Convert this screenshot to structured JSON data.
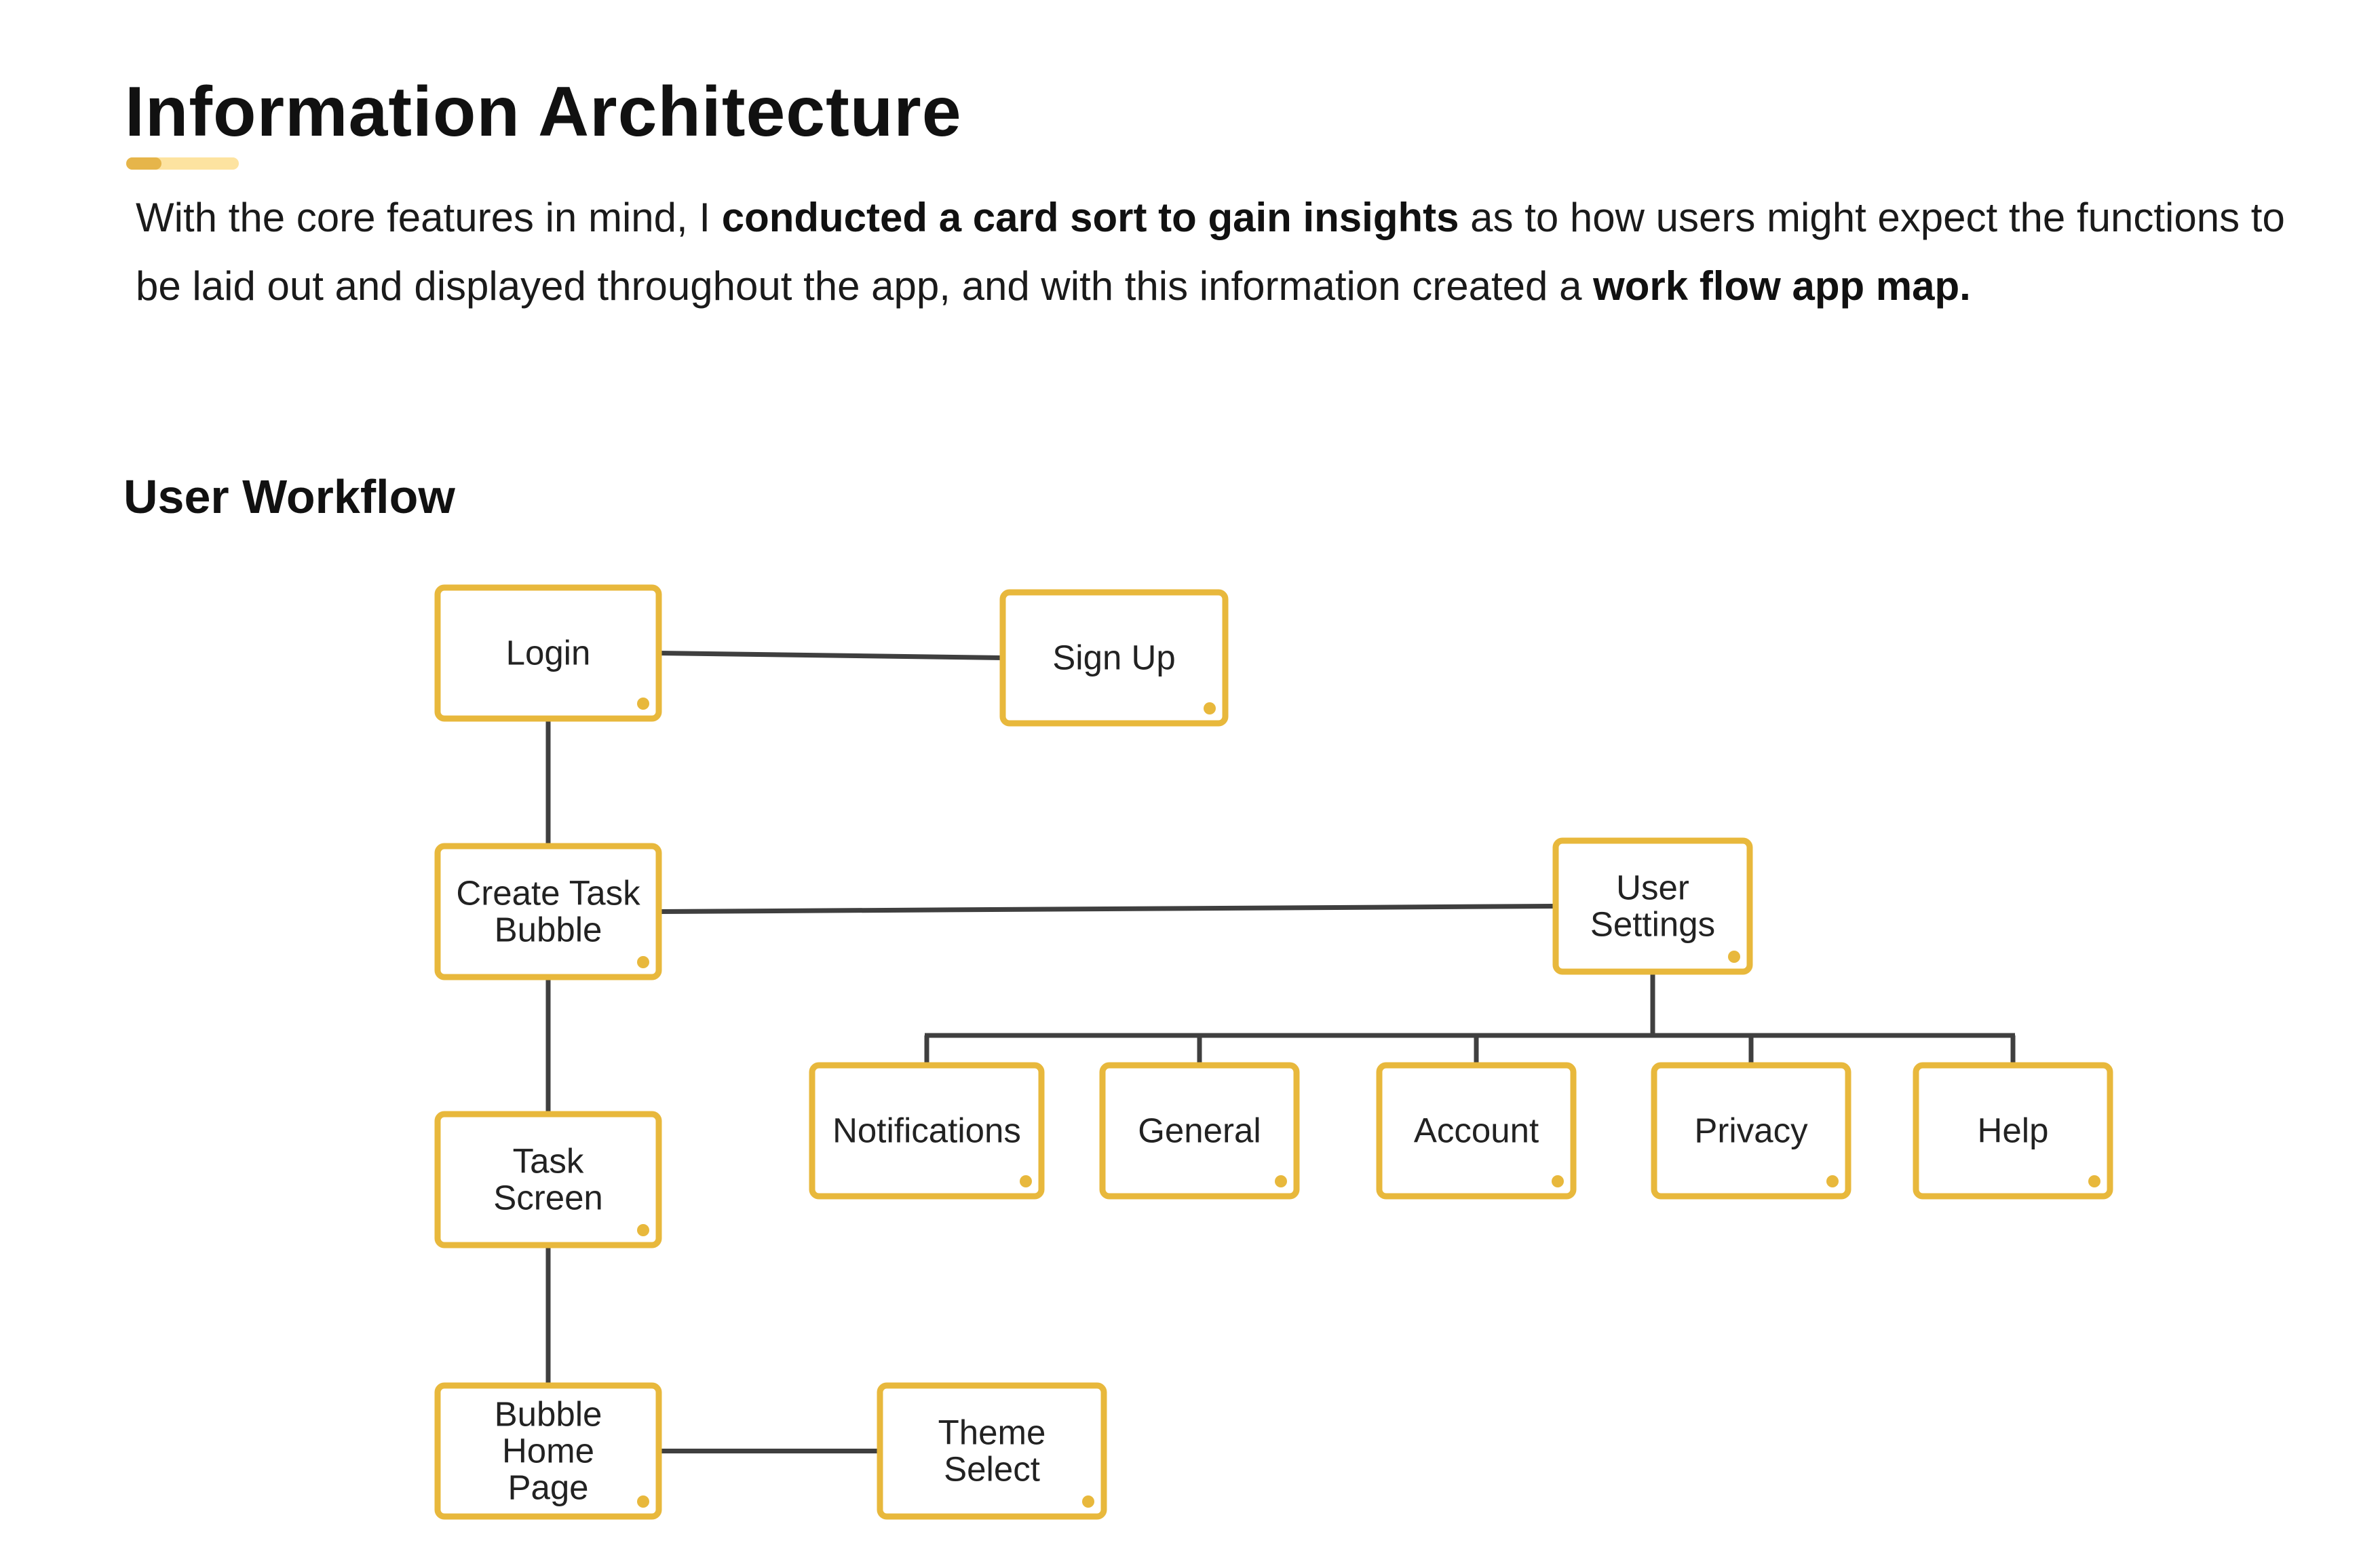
{
  "title": "Information Architecture",
  "intro": {
    "part1": "With the core features in mind, I ",
    "bold1": "conducted a card sort to gain insights",
    "part2": " as to how users might expect the functions to be laid out and displayed throughout the app, and with this information created a ",
    "bold2": "work flow app map."
  },
  "section_heading": "User Workflow",
  "colors": {
    "accent": "#e6b54a",
    "accent_light": "#fde3a0",
    "node_border": "#e8b83c",
    "connector": "#3f3f3f"
  },
  "workflow": {
    "nodes": [
      {
        "id": "login",
        "lines": [
          "Login"
        ]
      },
      {
        "id": "sign-up",
        "lines": [
          "Sign Up"
        ]
      },
      {
        "id": "create-task-bubble",
        "lines": [
          "Create Task",
          "Bubble"
        ]
      },
      {
        "id": "user-settings",
        "lines": [
          "User",
          "Settings"
        ]
      },
      {
        "id": "notifications",
        "lines": [
          "Notifications"
        ]
      },
      {
        "id": "general",
        "lines": [
          "General"
        ]
      },
      {
        "id": "account",
        "lines": [
          "Account"
        ]
      },
      {
        "id": "privacy",
        "lines": [
          "Privacy"
        ]
      },
      {
        "id": "help",
        "lines": [
          "Help"
        ]
      },
      {
        "id": "task-screen",
        "lines": [
          "Task",
          "Screen"
        ]
      },
      {
        "id": "bubble-home-page",
        "lines": [
          "Bubble",
          "Home",
          "Page"
        ]
      },
      {
        "id": "theme-select",
        "lines": [
          "Theme",
          "Select"
        ]
      }
    ],
    "edges": [
      [
        "login",
        "sign-up"
      ],
      [
        "login",
        "create-task-bubble"
      ],
      [
        "create-task-bubble",
        "user-settings"
      ],
      [
        "create-task-bubble",
        "task-screen"
      ],
      [
        "task-screen",
        "bubble-home-page"
      ],
      [
        "bubble-home-page",
        "theme-select"
      ],
      [
        "user-settings",
        "notifications"
      ],
      [
        "user-settings",
        "general"
      ],
      [
        "user-settings",
        "account"
      ],
      [
        "user-settings",
        "privacy"
      ],
      [
        "user-settings",
        "help"
      ]
    ]
  }
}
